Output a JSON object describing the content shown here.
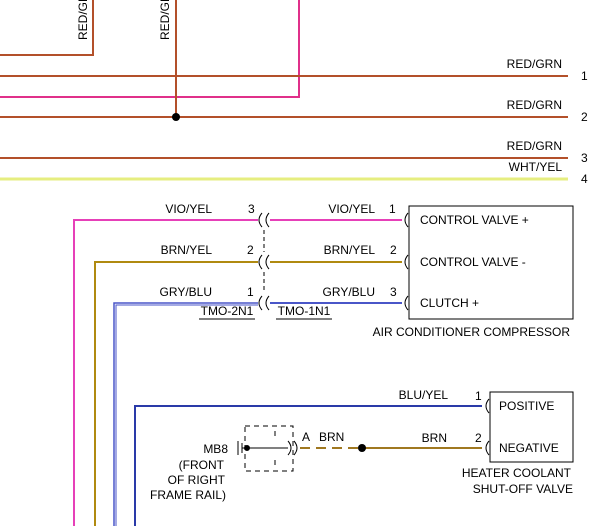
{
  "colors": {
    "red_grn": "#b3502a",
    "pink": "#e0308a",
    "wht_yel": "#e6ee80",
    "vio_yel": "#e640b8",
    "brn_yel": "#b08a10",
    "gry_blu": "#4a56c8",
    "blu_yel": "#2a3aa8",
    "brn": "#a07820",
    "black": "#000000"
  },
  "top_wires": {
    "vertical_label_1": "RED/GRN",
    "vertical_label_2": "RED/GRN",
    "lines": [
      {
        "label": "RED/GRN",
        "pin": "1"
      },
      {
        "label": "RED/GRN",
        "pin": "2"
      },
      {
        "label": "RED/GRN",
        "pin": "3"
      },
      {
        "label": "WHT/YEL",
        "pin": "4"
      }
    ]
  },
  "compressor": {
    "title": "AIR CONDITIONER COMPRESSOR",
    "pins": [
      {
        "left_label": "VIO/YEL",
        "left_pin": "3",
        "right_label": "VIO/YEL",
        "right_pin": "1",
        "function": "CONTROL VALVE +"
      },
      {
        "left_label": "BRN/YEL",
        "left_pin": "2",
        "right_label": "BRN/YEL",
        "right_pin": "2",
        "function": "CONTROL VALVE -"
      },
      {
        "left_label": "GRY/BLU",
        "left_pin": "1",
        "right_label": "GRY/BLU",
        "right_pin": "3",
        "function": "CLUTCH +"
      }
    ],
    "connector_left": "TMO-2N1",
    "connector_right": "TMO-1N1"
  },
  "heater_valve": {
    "title_line1": "HEATER COOLANT",
    "title_line2": "SHUT-OFF VALVE",
    "pins": [
      {
        "label": "BLU/YEL",
        "pin": "1",
        "function": "POSITIVE"
      },
      {
        "label": "BRN",
        "pin": "2",
        "function": "NEGATIVE"
      }
    ]
  },
  "ground": {
    "name": "MB8",
    "location_line1": "(FRONT",
    "location_line2": "OF RIGHT",
    "location_line3": "FRAME RAIL)",
    "pin": "A",
    "wire_label": "BRN"
  }
}
